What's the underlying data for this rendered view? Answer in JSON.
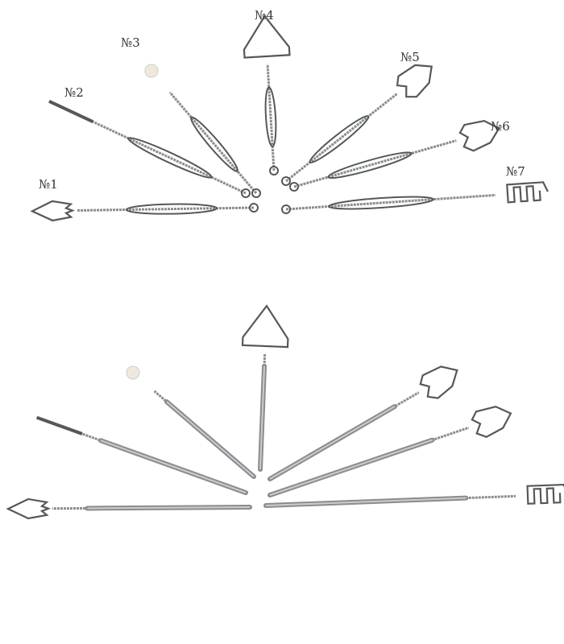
{
  "labels": [
    "№1",
    "№2",
    "№3",
    "№4",
    "№5",
    "№6",
    "№7"
  ],
  "colors": {
    "metal": "#8a8d90",
    "metal_dark": "#55585b",
    "ball": "#efe9dc"
  }
}
